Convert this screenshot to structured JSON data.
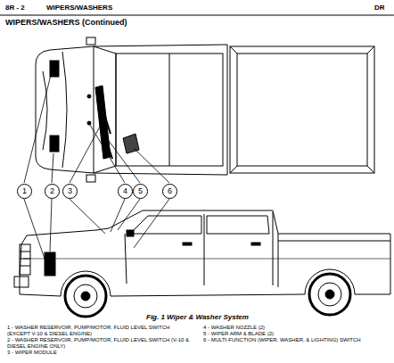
{
  "diagram": {
    "title": "WIPERS/WASHERS (Continued)",
    "caption": "Fig. 1 Wiper & Washer System",
    "nodes": [
      {
        "text": [
          "1"
        ]
      },
      {
        "text": [
          "2"
        ]
      },
      {
        "text": [
          "3"
        ]
      },
      {
        "text": [
          "4"
        ]
      },
      {
        "text": [
          "5"
        ]
      },
      {
        "text": [
          "6"
        ]
      }
    ],
    "labels": [
      "8R - 2",
      "WIPERS/WASHERS",
      "DR",
      "1 - WASHER RESERVOIR, PUMP/MOTOR, FLUID LEVEL SWITCH (EXCEPT V-10 & DIESEL ENGINE)",
      "2 - WASHER RESERVOIR, PUMP/MOTOR, FLUID LEVEL SWITCH (V-10 & DIESEL ENGINE ONLY)",
      "3 - WIPER MODULE",
      "4 - WASHER NOZZLE (2)",
      "5 - WIPER ARM & BLADE (2)",
      "6 - MULTI-FUNCTION (WIPER, WASHER, & LIGHTING) SWITCH"
    ]
  }
}
